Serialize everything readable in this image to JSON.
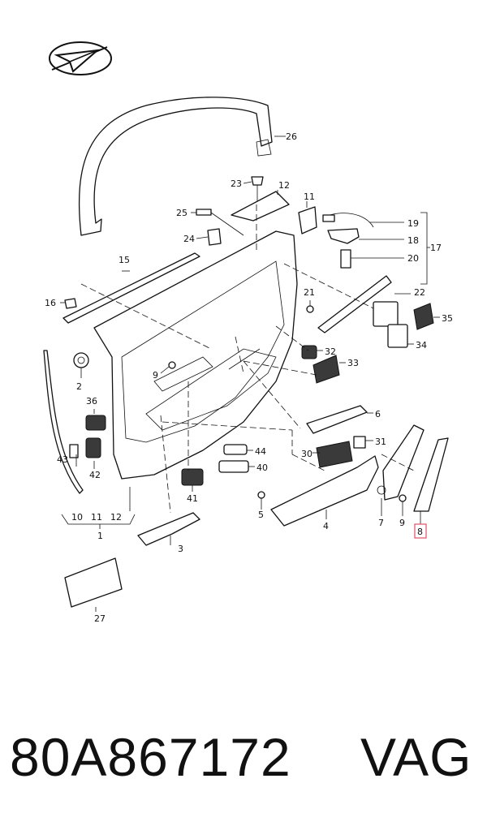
{
  "logo_icon": "plane-in-ellipse-icon",
  "callouts": {
    "c1": "1",
    "c2": "2",
    "c3": "3",
    "c4": "4",
    "c5": "5",
    "c6": "6",
    "c7": "7",
    "c8": "8",
    "c9a": "9",
    "c9b": "9",
    "c10": "10",
    "c11a": "11",
    "c11b": "11",
    "c12a": "12",
    "c12b": "12",
    "c15": "15",
    "c16": "16",
    "c17": "17",
    "c18": "18",
    "c19": "19",
    "c20": "20",
    "c21": "21",
    "c22": "22",
    "c23": "23",
    "c24": "24",
    "c25": "25",
    "c26": "26",
    "c27": "27",
    "c30": "30",
    "c31": "31",
    "c32": "32",
    "c33": "33",
    "c34": "34",
    "c35": "35",
    "c36": "36",
    "c40": "40",
    "c41": "41",
    "c42": "42",
    "c43": "43",
    "c44": "44"
  },
  "highlighted_part": "8",
  "highlight_color": "#e0506a",
  "footer": {
    "part_number": "80A867172",
    "brand": "VAG"
  }
}
